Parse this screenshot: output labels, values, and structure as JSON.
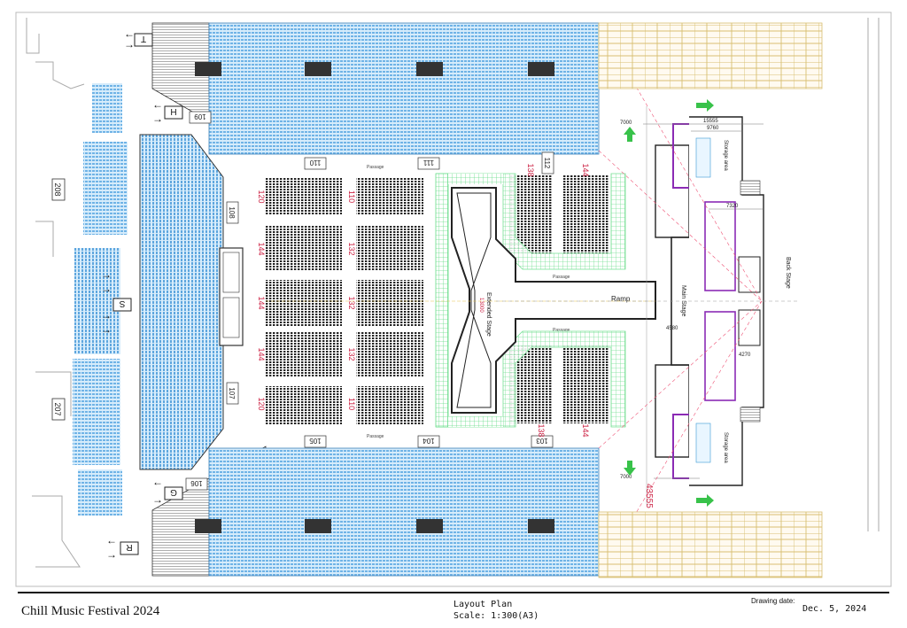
{
  "footer": {
    "event_title": "Chill Music Festival 2024",
    "plan_title": "Layout Plan",
    "scale": "Scale: 1:300(A3)",
    "drawing_date_label": "Drawing date:",
    "drawing_date": "Dec. 5, 2024"
  },
  "entrances": [
    "T",
    "H",
    "S",
    "G",
    "R"
  ],
  "upper_sections": [
    "208",
    "207"
  ],
  "sections": {
    "top_row": [
      "109",
      "110",
      "111",
      "112"
    ],
    "bottom_row": [
      "106",
      "105",
      "104",
      "103"
    ],
    "left": [
      "108",
      "107"
    ]
  },
  "floor_blocks": {
    "left_col_top": "120",
    "left_col_bottom": "120",
    "mid_col": [
      "110",
      "132",
      "132",
      "132",
      "110"
    ],
    "left_col_mid": [
      "144",
      "144",
      "144"
    ],
    "stage_side": [
      "138",
      "144",
      "138",
      "144"
    ]
  },
  "stage": {
    "extended_stage": "Extended Stage",
    "extended_stage_size": "13000",
    "ramp": "Ramp",
    "main_stage": "Main Stage",
    "back_stage": "Back Stage",
    "storage_area": "Storage area",
    "passage": "Passage"
  },
  "dimensions": {
    "total": "43555",
    "width": "15555",
    "d7000": "7000",
    "d9760": "9760",
    "d7320": "7320",
    "d4580": "4580",
    "d4270": "4270"
  },
  "colors": {
    "seat_blue": "#6fb3e6",
    "floor_black": "#222222",
    "green_outline": "#66dd88",
    "gold_grid": "#d8bf72",
    "stage_purple": "#8b2bb5",
    "label_red": "#cc2244",
    "arrow_green": "#38c24a"
  }
}
